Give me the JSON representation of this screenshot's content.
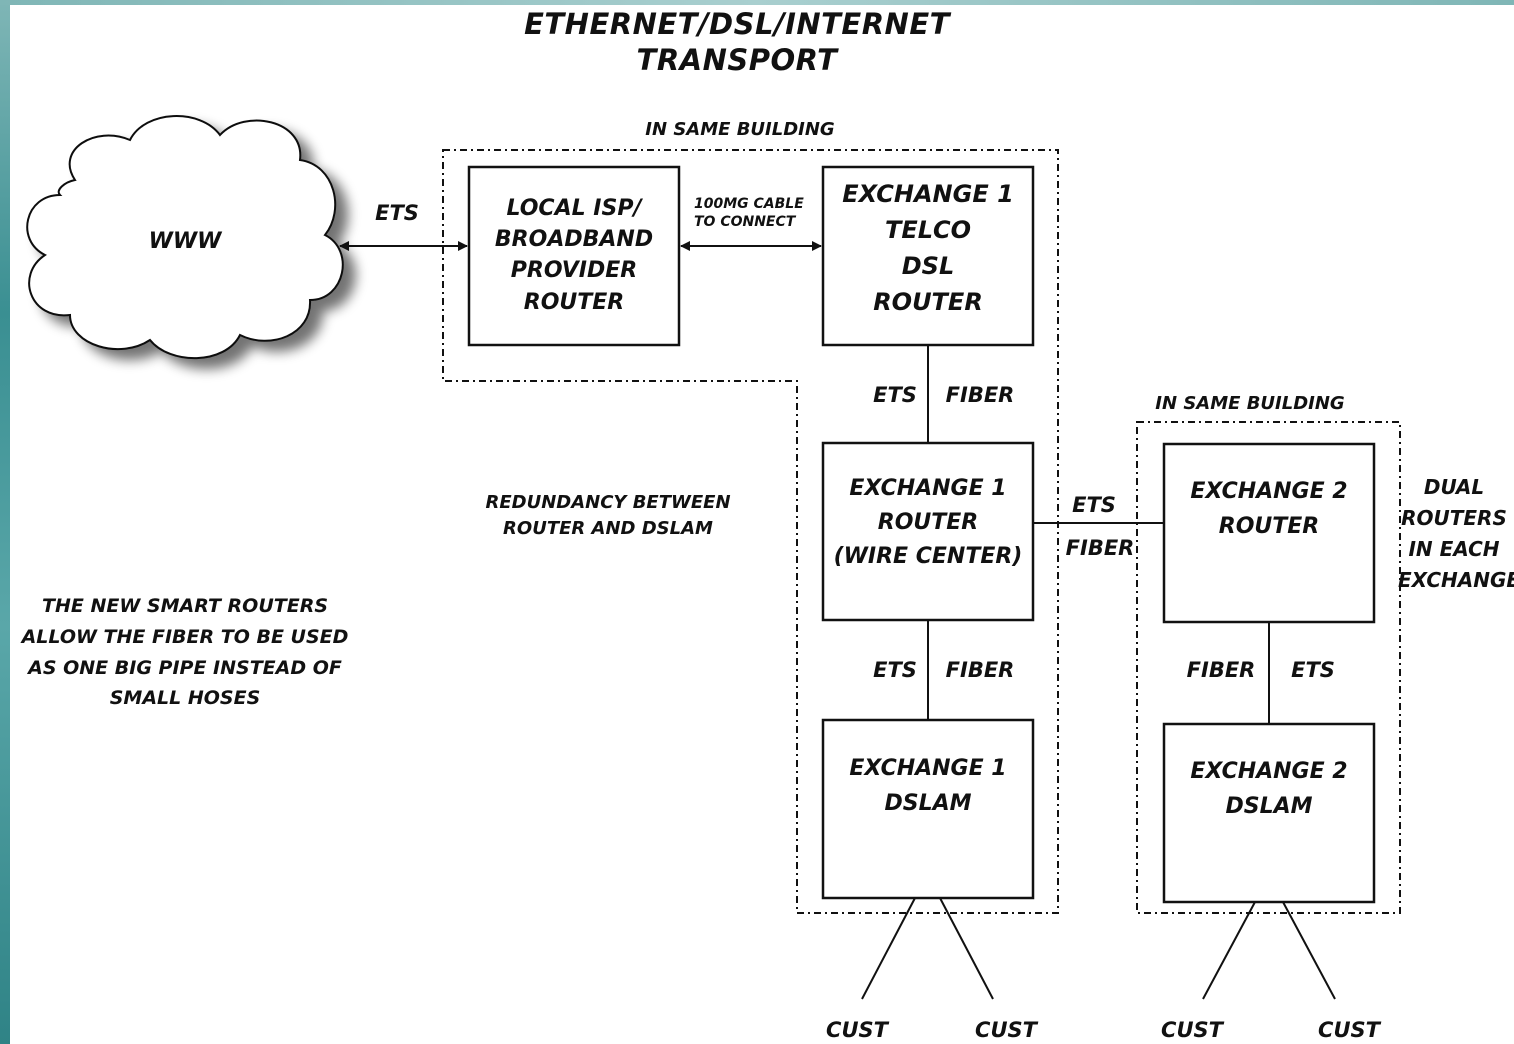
{
  "title": "ETHERNET/DSL/INTERNET TRANSPORT",
  "cloud_label": "WWW",
  "building1_label": "IN SAME BUILDING",
  "building2_label": "IN SAME BUILDING",
  "link_ets_www": "ETS",
  "cable_label": "100MG CABLE\nTO CONNECT",
  "boxes": {
    "isp_router": "LOCAL ISP/\nBROADBAND\nPROVIDER\nROUTER",
    "ex1_telco": "EXCHANGE 1\nTELCO\nDSL\nROUTER",
    "ex1_router": "EXCHANGE 1\nROUTER\n(WIRE CENTER)",
    "ex1_dslam": "EXCHANGE 1\nDSLAM",
    "ex2_router": "EXCHANGE 2\nROUTER",
    "ex2_dslam": "EXCHANGE 2\nDSLAM"
  },
  "links": {
    "telco_router_ets": "ETS",
    "telco_router_fiber": "FIBER",
    "ex1_dslam_ets": "ETS",
    "ex1_dslam_fiber": "FIBER",
    "ex1_ex2_ets": "ETS",
    "ex1_ex2_fiber": "FIBER",
    "ex2_dslam_fiber": "FIBER",
    "ex2_dslam_ets": "ETS"
  },
  "redundancy_note": "REDUNDANCY BETWEEN\nROUTER AND DSLAM",
  "smart_routers_note": "THE NEW SMART ROUTERS\nALLOW THE FIBER TO BE USED\nAS ONE BIG PIPE INSTEAD OF\nSMALL HOSES",
  "dual_routers_note": "DUAL\nROUTERS\nIN EACH\nEXCHANGE",
  "customers": [
    "CUST",
    "CUST",
    "CUST",
    "CUST"
  ]
}
